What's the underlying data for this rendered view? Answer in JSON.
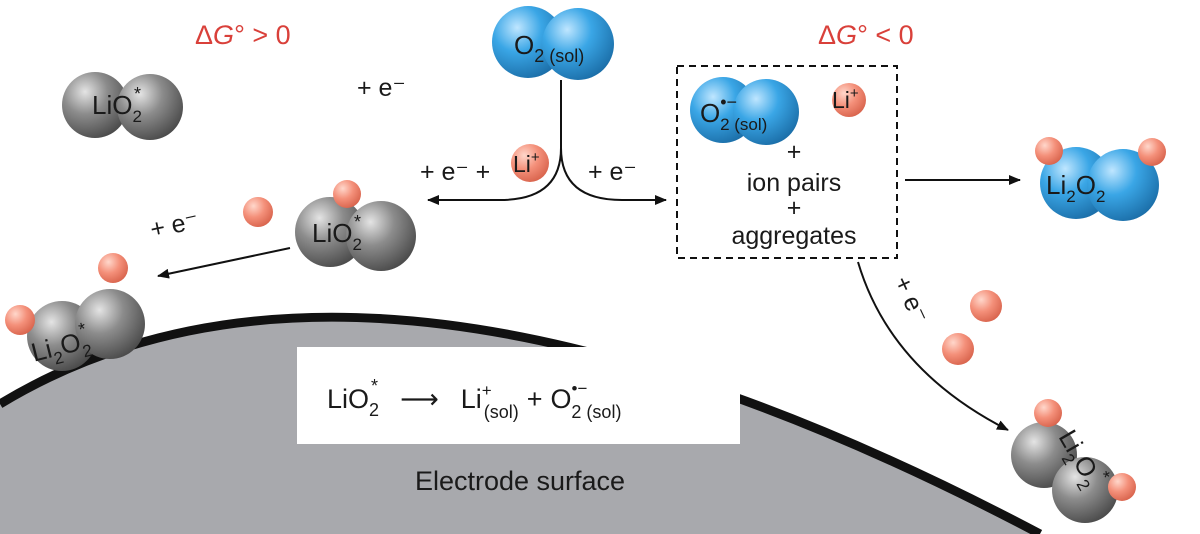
{
  "colors": {
    "red_text": "#d9403a",
    "blue_sphere": "#2f96d8",
    "gray_sphere": "#7a7a7a",
    "li_ion": "#f0907a",
    "electrode": "#a8a9ad"
  },
  "labels": {
    "delta_g_pos": {
      "delta": "Δ",
      "g": "G",
      "rest": "° > 0"
    },
    "delta_g_neg": {
      "delta": "Δ",
      "g": "G",
      "rest": "° < 0"
    },
    "plus_e_top": "+ e⁻",
    "plus_e_li_left": "+ e⁻ +",
    "plus_e_right": "+ e⁻",
    "plus_e_lower_left": "+ e⁻",
    "plus_e_lower_right": "+ e⁻",
    "box_plus_1": "+",
    "box_ion_pairs": "ion pairs",
    "box_plus_2": "+",
    "box_aggregates": "aggregates",
    "electrode_surface": "Electrode surface"
  },
  "molecules": {
    "o2_sol": {
      "main": "O",
      "sub": "2 (sol)"
    },
    "lio2_star": {
      "main": "LiO",
      "sub": "2",
      "sup": "*"
    },
    "li_plus": {
      "main": "Li",
      "sup": "+"
    },
    "superoxide": {
      "main": "O",
      "sup": "•−",
      "sub": "2 (sol)"
    },
    "li2o2": {
      "main1": "Li",
      "sub1": "2",
      "main2": "O",
      "sub2": "2"
    },
    "li2o2_star": {
      "main1": "Li",
      "sub1": "2",
      "main2": "O",
      "sub2": "2",
      "sup": "*"
    }
  },
  "equation": {
    "lhs_main": "LiO",
    "lhs_sub": "2",
    "lhs_sup": "*",
    "arrow": "⟶",
    "li": "Li",
    "li_sup": "+",
    "li_sub": "(sol)",
    "plus": "+",
    "o": "O",
    "o_sup": "•−",
    "o_sub": "2 (sol)"
  }
}
